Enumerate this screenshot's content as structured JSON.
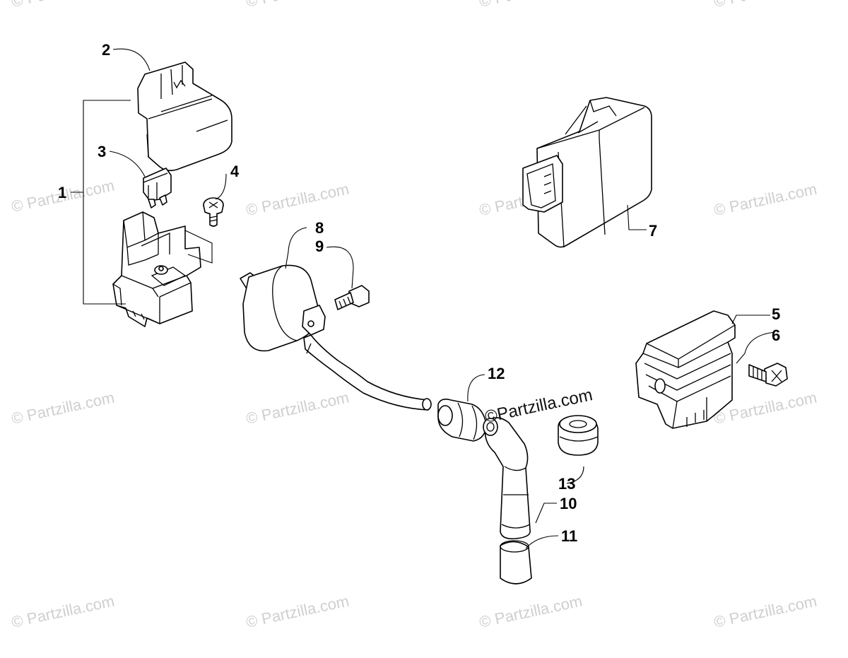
{
  "watermark": {
    "text": "© Partzilla.com",
    "center_text": "©Partzilla.com"
  },
  "callouts": [
    "1",
    "2",
    "3",
    "4",
    "5",
    "6",
    "7",
    "8",
    "9",
    "10",
    "11",
    "12",
    "13"
  ],
  "parts": [
    {
      "id": "relay-assembly",
      "callout": "1"
    },
    {
      "id": "relay-cover",
      "callout": "2"
    },
    {
      "id": "fuse",
      "callout": "3"
    },
    {
      "id": "relay-screw",
      "callout": "4"
    },
    {
      "id": "regulator-rectifier",
      "callout": "5"
    },
    {
      "id": "regulator-bolt",
      "callout": "6"
    },
    {
      "id": "cdi-unit",
      "callout": "7"
    },
    {
      "id": "ignition-coil",
      "callout": "8"
    },
    {
      "id": "coil-bolt",
      "callout": "9"
    },
    {
      "id": "spark-plug-cap",
      "callout": "10"
    },
    {
      "id": "plug-cap-seal",
      "callout": "11"
    },
    {
      "id": "boot-cap",
      "callout": "12"
    },
    {
      "id": "grommet",
      "callout": "13"
    }
  ]
}
